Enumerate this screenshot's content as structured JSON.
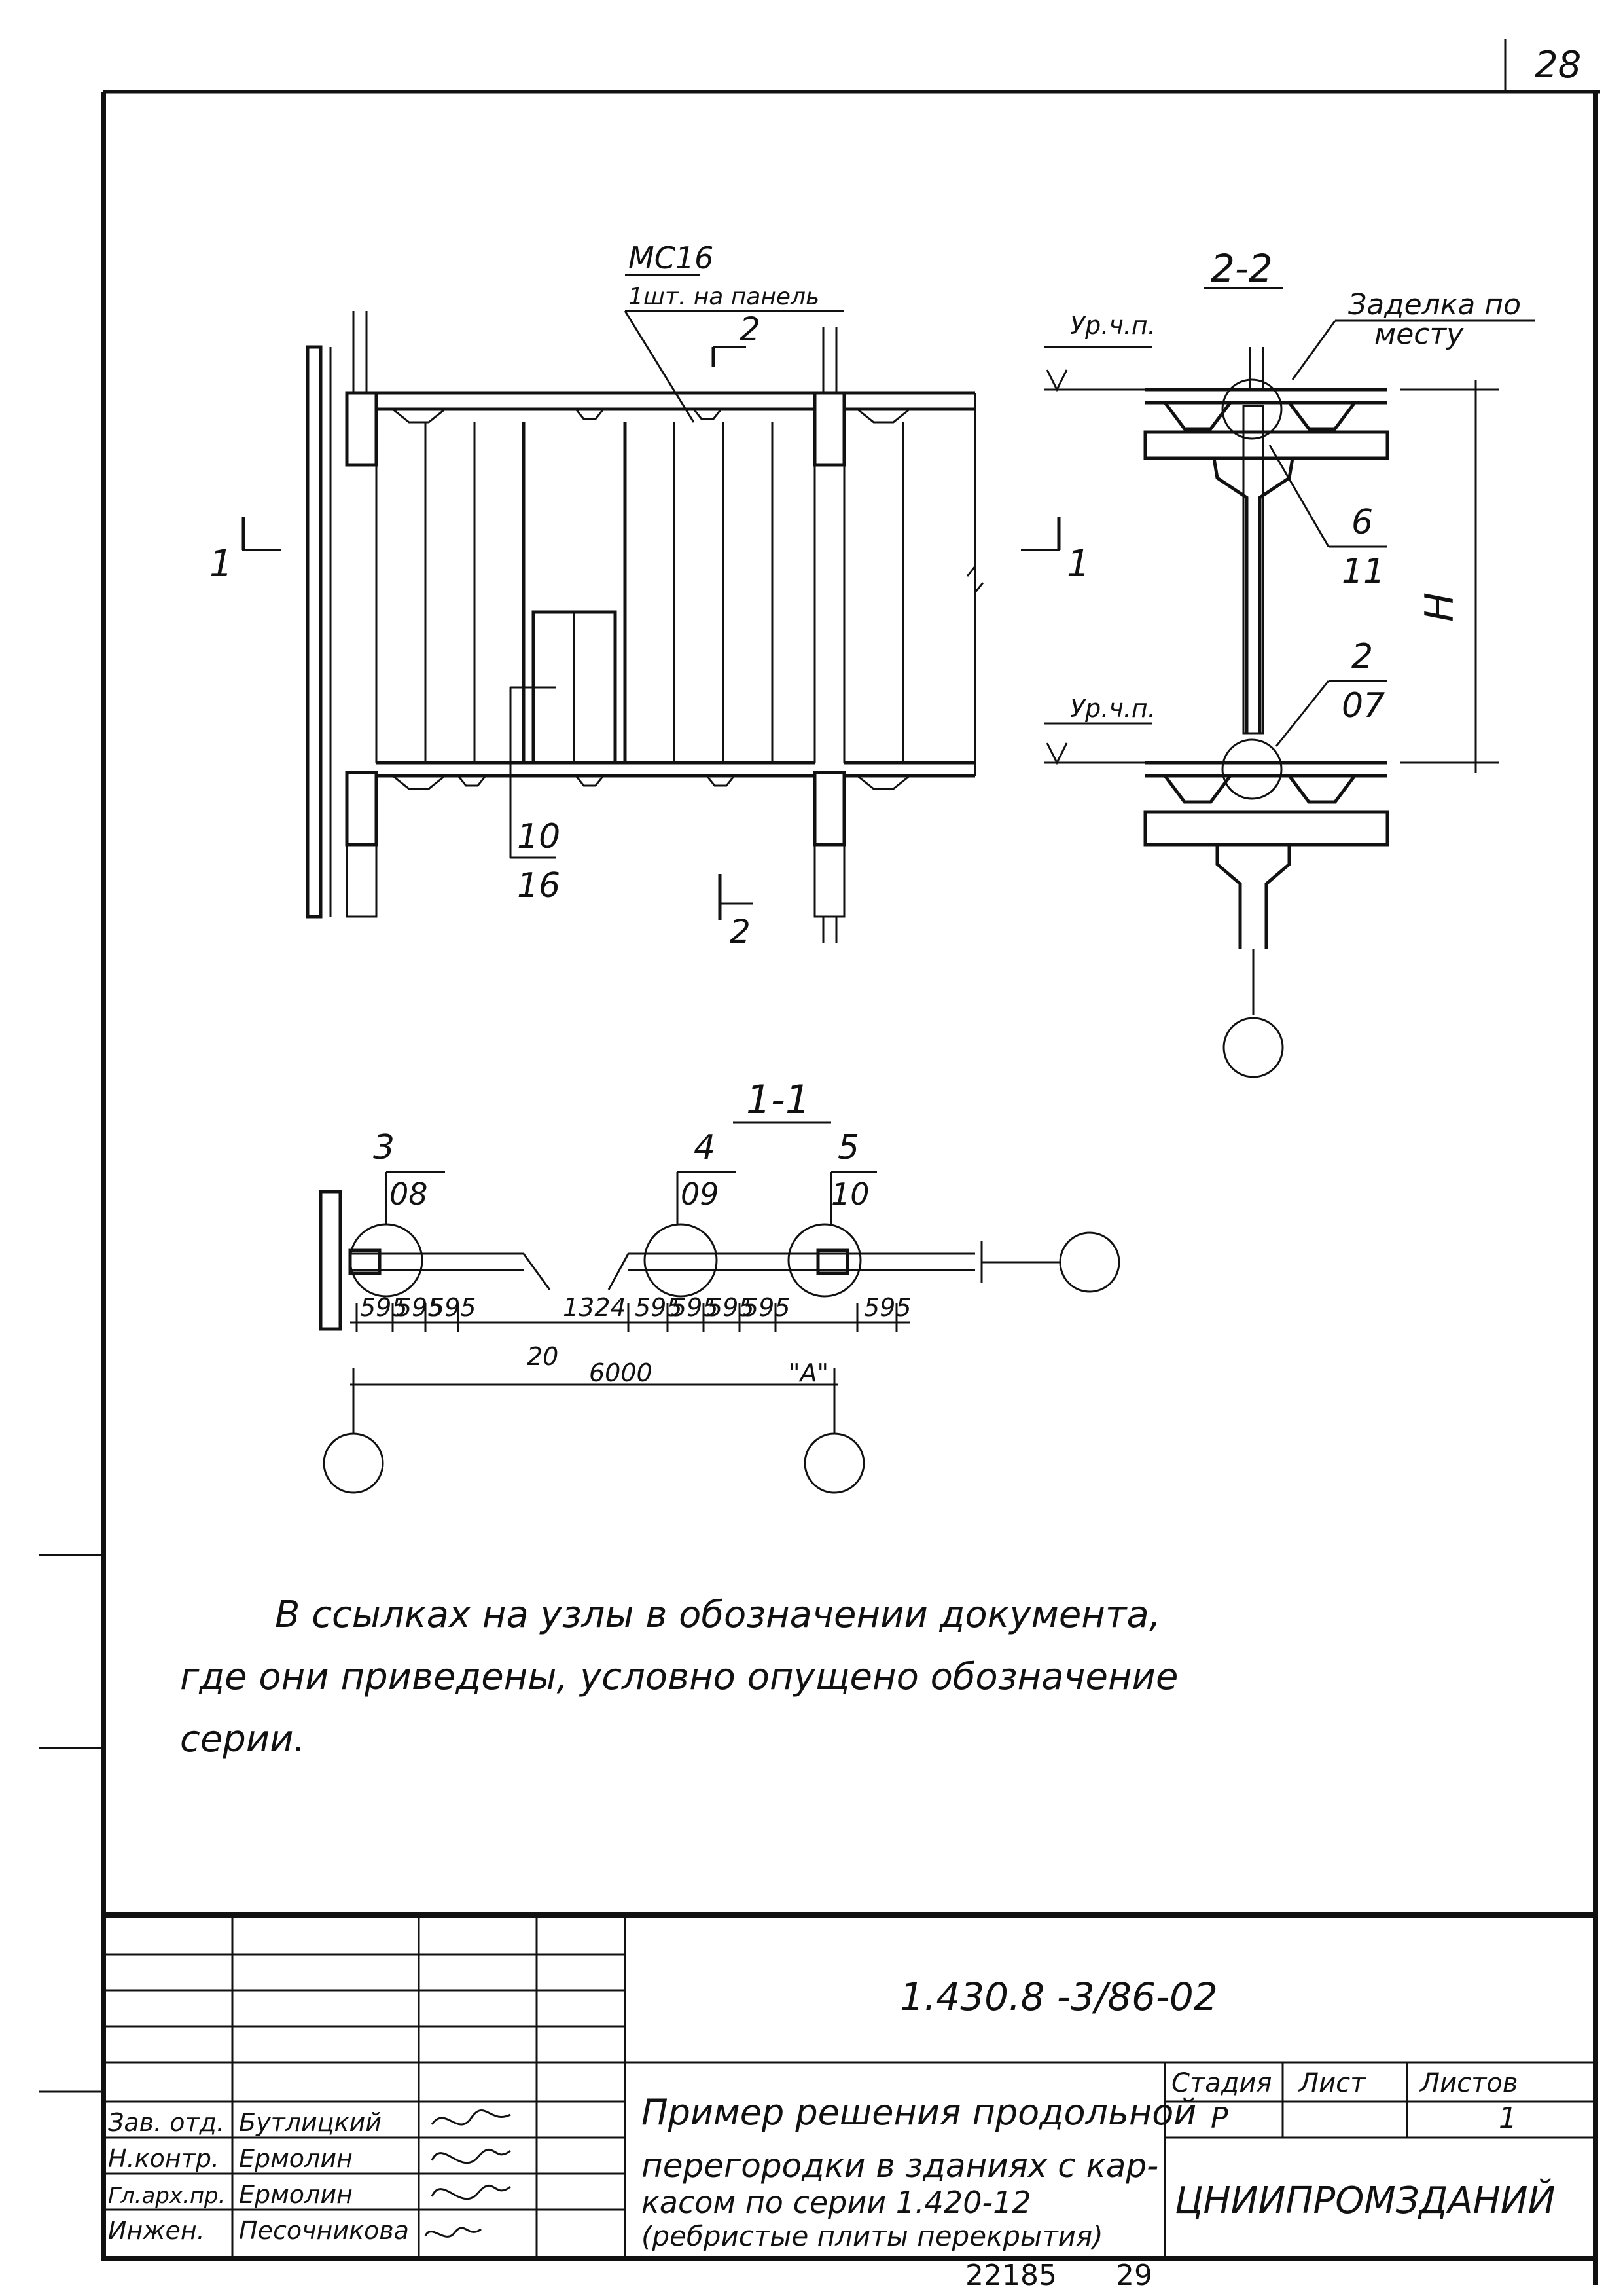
{
  "page_number": "28",
  "elevation": {
    "label_mc": "МС16",
    "label_mc_note": "1шт. на панель",
    "section_mark_1": "1",
    "section_mark_2": "2",
    "callout_top": "10",
    "callout_bottom": "16"
  },
  "section_2_2": {
    "title": "2-2",
    "note_line1": "Заделка по",
    "note_line2": "месту",
    "level_top": "Ур.ч.п.",
    "level_bottom": "Ур.ч.п.",
    "node_top_a": "6",
    "node_top_b": "11",
    "node_bottom_a": "2",
    "node_bottom_b": "07",
    "dim_height": "H"
  },
  "section_1_1": {
    "title": "1-1",
    "node_1_a": "3",
    "node_1_b": "08",
    "node_2_a": "4",
    "node_2_b": "09",
    "node_3_a": "5",
    "node_3_b": "10",
    "dims": [
      "595",
      "595",
      "595",
      "1324",
      "595",
      "595",
      "595",
      "595",
      "595"
    ],
    "dim_gap": "20",
    "dim_total": "6000",
    "axis_label": "\"А\""
  },
  "note": {
    "line1": "В ссылках на узлы в обозначении документа,",
    "line2": "где они приведены, условно опущено обозначение",
    "line3": "серии."
  },
  "title_block": {
    "doc_code": "1.430.8 -3/86-02",
    "title_line1": "Пример решения продольной",
    "title_line2": "перегородки в зданиях с кар-",
    "title_line3": "касом по серии 1.420-12",
    "title_line4": "(ребристые плиты перекрытия)",
    "stage_header": "Стадия",
    "sheet_header": "Лист",
    "sheets_header": "Листов",
    "stage_value": "Р",
    "sheets_value": "1",
    "organization": "ЦНИИПРОМЗДАНИЙ",
    "roles": [
      "Зав. отд.",
      "Н.контр.",
      "Гл.арх.пр.",
      "Инжен."
    ],
    "names": [
      "Бутлицкий",
      "Ермолин",
      "Ермолин",
      "Песочникова"
    ],
    "archive_number": "22185",
    "archive_sheet": "29"
  },
  "colors": {
    "ink": "#111111",
    "paper": "#ffffff"
  }
}
